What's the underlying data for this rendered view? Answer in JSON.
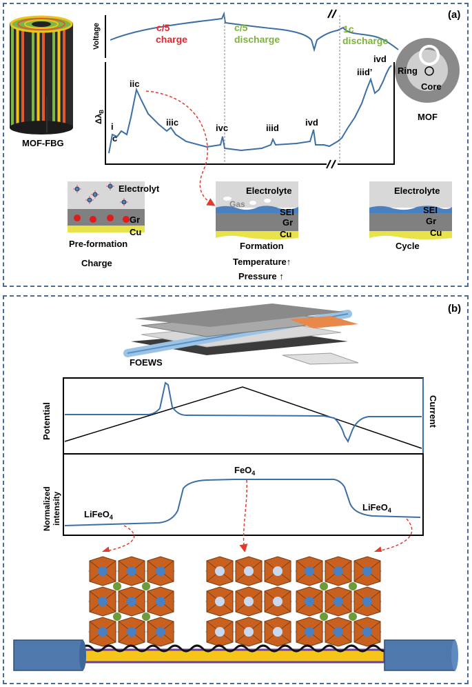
{
  "panel_a": {
    "label": "(a)",
    "fbg_label": "MOF-FBG",
    "voltage_axis": "Voltage",
    "delta_axis": "Δλ",
    "delta_sub": "B",
    "segment1_rate": "c/5",
    "segment1_mode": "charge",
    "segment2_rate": "c/5",
    "segment2_mode": "discharge",
    "segment3_rate": "1c",
    "segment3_mode": "discharge",
    "peaks": {
      "i": "i",
      "c": "c",
      "iic": "iic",
      "iiic": "iiic",
      "ivc": "ivc",
      "iiid": "iiid",
      "ivd1": "ivd",
      "iiid_prime": "iiid’",
      "ivd2": "ivd"
    },
    "mof": {
      "ring": "Ring",
      "core": "Core",
      "title": "MOF"
    },
    "stages": {
      "pre": {
        "top": "Electrolyt",
        "gr": "Gr",
        "cu": "Cu",
        "name": "Pre-formation",
        "sub": "Charge"
      },
      "formation": {
        "top": "Electrolyte",
        "gas": "Gas",
        "sei": "SEI",
        "gr": "Gr",
        "cu": "Cu",
        "name": "Formation",
        "sub1": "Temperature↑",
        "sub2": "Pressure ↑"
      },
      "cycle": {
        "top": "Electrolyte",
        "sei": "SEI",
        "gr": "Gr",
        "cu": "Cu",
        "name": "Cycle"
      }
    }
  },
  "panel_b": {
    "label": "(b)",
    "device_label": "FOEWS",
    "potential_axis": "Potential",
    "current_axis": "Current",
    "intensity_axis_1": "Normalized",
    "intensity_axis_2": "intensity",
    "species_left": "LiFeO",
    "species_left_sub": "4",
    "species_mid": "FeO",
    "species_mid_sub": "4",
    "species_right": "LiFeO",
    "species_right_sub": "4"
  },
  "colors": {
    "line_blue": "#3a6ea5",
    "arrow_red": "#e23b2e",
    "charge_red": "#e8262b",
    "discharge_green": "#7db339",
    "octa_orange": "#c8601f",
    "atom_blue": "#4a7fc0",
    "atom_green": "#6f9a3a",
    "fiber_blue": "#4f79ad",
    "yellow": "#f5c619",
    "purple": "#6b3fa0"
  }
}
